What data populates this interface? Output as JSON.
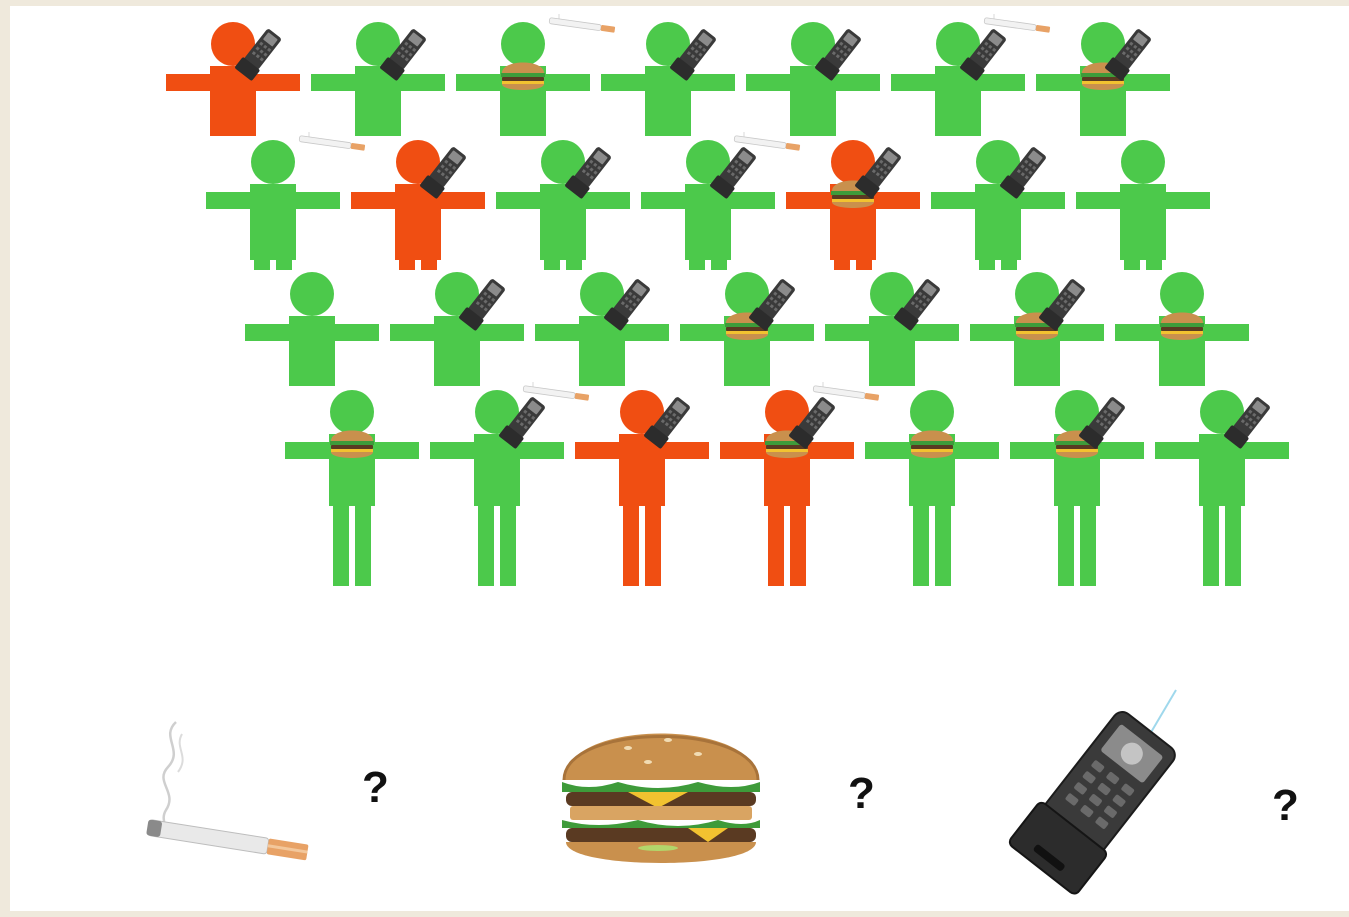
{
  "colors": {
    "healthy": "#4cc94b",
    "sick": "#f04e12",
    "background": "#ffffff",
    "frame": "#efe9dc"
  },
  "people_rows": [
    {
      "variant": "torso",
      "people": [
        {
          "color": "sick",
          "items": [
            "phone-icon"
          ]
        },
        {
          "color": "healthy",
          "items": [
            "phone-icon"
          ]
        },
        {
          "color": "healthy",
          "items": [
            "burger-icon"
          ]
        },
        {
          "color": "healthy",
          "items": [
            "cigarette-icon",
            "phone-icon"
          ]
        },
        {
          "color": "healthy",
          "items": [
            "phone-icon"
          ]
        },
        {
          "color": "healthy",
          "items": [
            "phone-icon"
          ]
        },
        {
          "color": "healthy",
          "items": [
            "cigarette-icon",
            "burger-icon",
            "phone-icon"
          ]
        }
      ]
    },
    {
      "variant": "short-legs",
      "people": [
        {
          "color": "healthy",
          "items": []
        },
        {
          "color": "sick",
          "items": [
            "cigarette-icon",
            "phone-icon"
          ]
        },
        {
          "color": "healthy",
          "items": [
            "phone-icon"
          ]
        },
        {
          "color": "healthy",
          "items": [
            "phone-icon"
          ]
        },
        {
          "color": "sick",
          "items": [
            "cigarette-icon",
            "burger-icon",
            "phone-icon"
          ]
        },
        {
          "color": "healthy",
          "items": [
            "phone-icon"
          ]
        },
        {
          "color": "healthy",
          "items": []
        }
      ]
    },
    {
      "variant": "torso",
      "people": [
        {
          "color": "healthy",
          "items": []
        },
        {
          "color": "healthy",
          "items": [
            "phone-icon"
          ]
        },
        {
          "color": "healthy",
          "items": [
            "phone-icon"
          ]
        },
        {
          "color": "healthy",
          "items": [
            "burger-icon",
            "phone-icon"
          ]
        },
        {
          "color": "healthy",
          "items": [
            "phone-icon"
          ]
        },
        {
          "color": "healthy",
          "items": [
            "burger-icon",
            "phone-icon"
          ]
        },
        {
          "color": "healthy",
          "items": [
            "burger-icon"
          ]
        }
      ]
    },
    {
      "variant": "long-legs",
      "people": [
        {
          "color": "healthy",
          "items": [
            "burger-icon"
          ]
        },
        {
          "color": "healthy",
          "items": [
            "phone-icon"
          ]
        },
        {
          "color": "sick",
          "items": [
            "cigarette-icon",
            "phone-icon"
          ]
        },
        {
          "color": "sick",
          "items": [
            "burger-icon",
            "phone-icon"
          ]
        },
        {
          "color": "healthy",
          "items": [
            "cigarette-icon",
            "burger-icon"
          ]
        },
        {
          "color": "healthy",
          "items": [
            "burger-icon",
            "phone-icon"
          ]
        },
        {
          "color": "healthy",
          "items": [
            "phone-icon"
          ]
        }
      ]
    }
  ],
  "legend": {
    "cigarette_question": "?",
    "burger_question": "?",
    "phone_question": "?"
  }
}
